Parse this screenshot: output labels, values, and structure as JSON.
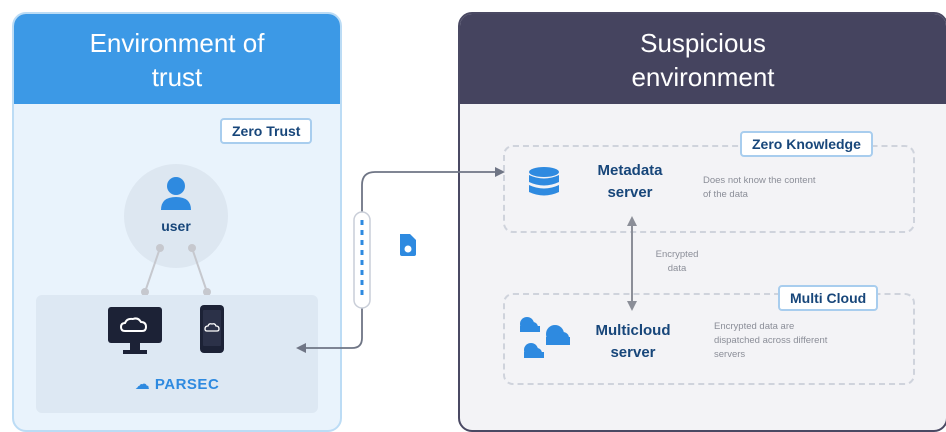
{
  "trust_panel": {
    "title_line1": "Environment of",
    "title_line2": "trust",
    "tag": "Zero Trust",
    "user_label": "user",
    "brand": "PARSEC"
  },
  "suspicious_panel": {
    "title_line1": "Suspicious",
    "title_line2": "environment"
  },
  "metadata": {
    "tag": "Zero Knowledge",
    "title_line1": "Metadata",
    "title_line2": "server",
    "desc_line1": "Does not know the content",
    "desc_line2": "of the data"
  },
  "link": {
    "label_line1": "Encrypted",
    "label_line2": "data"
  },
  "multicloud": {
    "tag": "Multi Cloud",
    "title_line1": "Multicloud",
    "title_line2": "server",
    "desc_line1": "Encrypted data are",
    "desc_line2": "dispatched across different",
    "desc_line3": "servers"
  },
  "colors": {
    "trust_header": "#3c99e6",
    "suspicious_header": "#45445f",
    "navy": "#17467a",
    "accent_blue": "#2e8ae0"
  }
}
